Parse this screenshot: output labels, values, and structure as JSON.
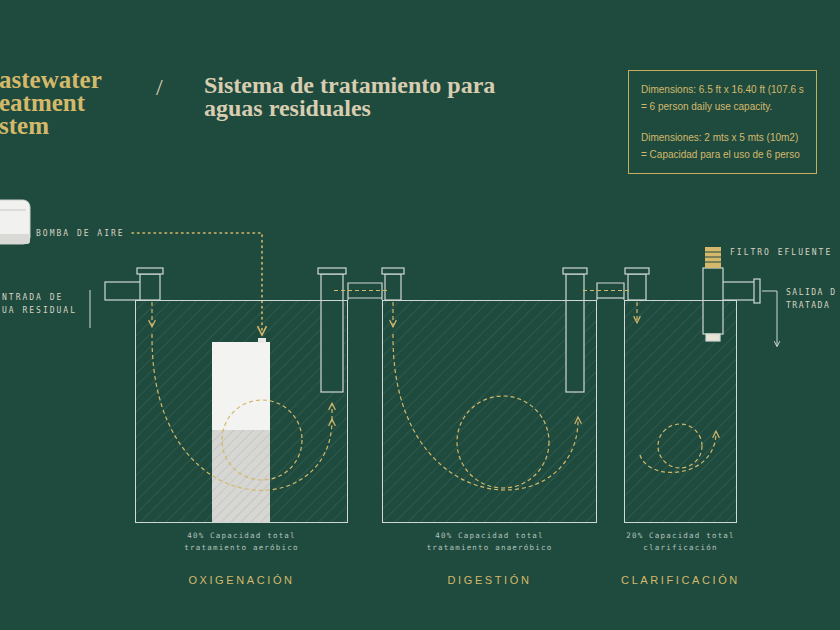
{
  "diagram": {
    "title": "Sistema de tratamiento para aguas residuales",
    "nodes": [
      {
        "text": [
          "Dimensions: 6.5 ft x 16.40 ft (107.6 s",
          "= 6 person daily use capacity.",
          "Dimensiones: 2 mts x 5 mts (10m2)",
          "= Capacidad para el uso de 6 perso"
        ]
      },
      {
        "text": [
          "40% Capacidad total tratamiento aeróbico",
          "OXIGENACIÓN"
        ]
      },
      {
        "text": [
          "40% Capacidad total tratamiento anaeróbico",
          "DIGESTIÓN"
        ]
      },
      {
        "text": [
          "20% Capacidad total clarificación",
          "CLARIFICACIÓN"
        ]
      }
    ],
    "edges": [
      {
        "from": 1,
        "to": 2,
        "arrow": "none"
      },
      {
        "from": 2,
        "to": 3,
        "arrow": "none"
      }
    ],
    "labels": [
      "astewater eatment stem",
      "/",
      "BOMBA DE AIRE",
      "NTRADA DE UA RESIDUAL",
      "FILTRO EFLUENTE",
      "SALIDA D TRATADA"
    ]
  }
}
